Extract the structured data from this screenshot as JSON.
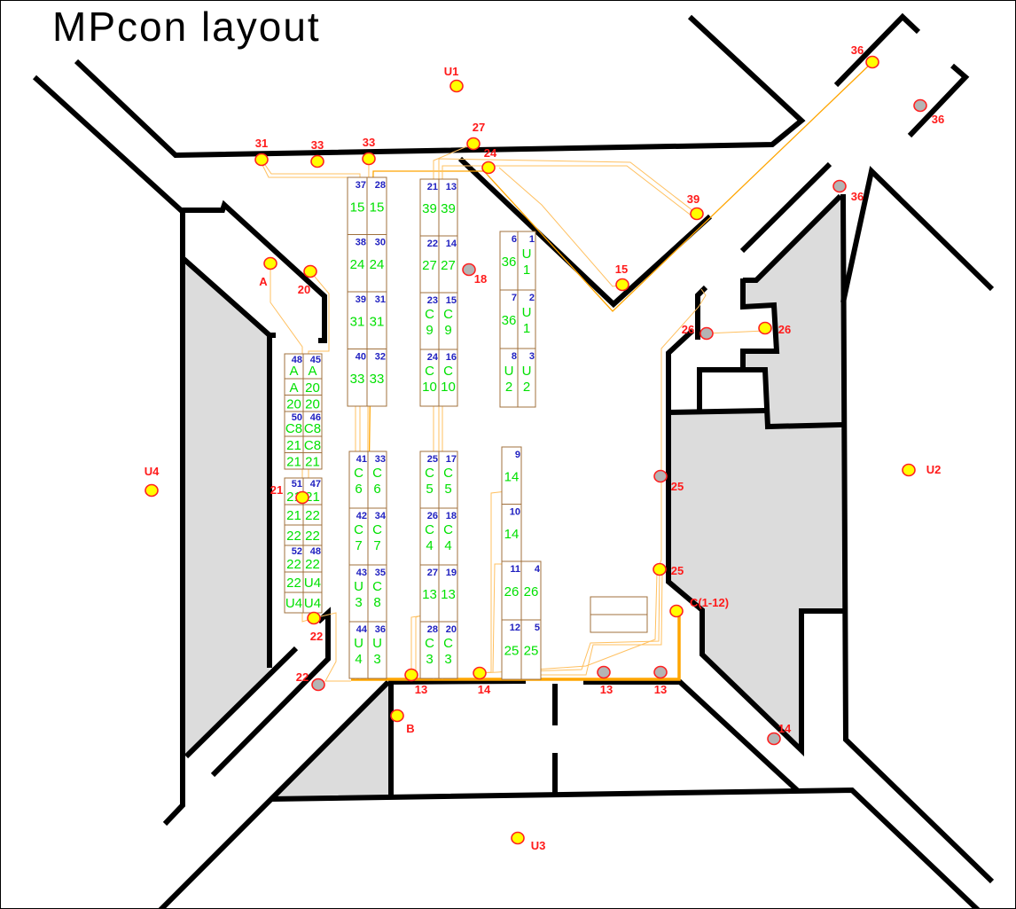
{
  "title": "MPcon layout",
  "colors": {
    "active_marker": "#ffff00",
    "inactive_marker": "#b4b4b4",
    "marker_ring": "#ff2020",
    "cable": "#ffa500",
    "cell_text": "#00e000",
    "header_text": "#2020c0"
  },
  "markers": [
    {
      "label": "U1",
      "state": "active"
    },
    {
      "label": "36",
      "state": "active"
    },
    {
      "label": "36",
      "state": "inactive"
    },
    {
      "label": "31",
      "state": "active"
    },
    {
      "label": "33",
      "state": "active"
    },
    {
      "label": "33",
      "state": "active"
    },
    {
      "label": "27",
      "state": "active"
    },
    {
      "label": "24",
      "state": "active"
    },
    {
      "label": "39",
      "state": "active"
    },
    {
      "label": "36",
      "state": "inactive"
    },
    {
      "label": "A",
      "state": "active"
    },
    {
      "label": "20",
      "state": "active"
    },
    {
      "label": "18",
      "state": "inactive"
    },
    {
      "label": "15",
      "state": "active"
    },
    {
      "label": "26",
      "state": "inactive"
    },
    {
      "label": "26",
      "state": "active"
    },
    {
      "label": "U4",
      "state": "active"
    },
    {
      "label": "U2",
      "state": "active"
    },
    {
      "label": "21",
      "state": "active"
    },
    {
      "label": "25",
      "state": "inactive"
    },
    {
      "label": "25",
      "state": "active"
    },
    {
      "label": "C(1-12)",
      "state": "active"
    },
    {
      "label": "22",
      "state": "active"
    },
    {
      "label": "22",
      "state": "inactive"
    },
    {
      "label": "13",
      "state": "active"
    },
    {
      "label": "14",
      "state": "active"
    },
    {
      "label": "13",
      "state": "inactive"
    },
    {
      "label": "13",
      "state": "inactive"
    },
    {
      "label": "B",
      "state": "active"
    },
    {
      "label": "14",
      "state": "inactive"
    },
    {
      "label": "U3",
      "state": "active"
    }
  ],
  "racks": [
    {
      "rows": [
        {
          "h": [
            "37",
            "28"
          ],
          "c": [
            "15",
            "15"
          ]
        },
        {
          "h": [
            "38",
            "30"
          ],
          "c": [
            "24",
            "24"
          ]
        },
        {
          "h": [
            "39",
            "31"
          ],
          "c": [
            "31",
            "31"
          ]
        },
        {
          "h": [
            "40",
            "32"
          ],
          "c": [
            "33",
            "33"
          ]
        }
      ]
    },
    {
      "rows": [
        {
          "h": [
            "21",
            "13"
          ],
          "c": [
            "39",
            "39"
          ]
        },
        {
          "h": [
            "22",
            "14"
          ],
          "c": [
            "27",
            "27"
          ]
        },
        {
          "h": [
            "23",
            "15"
          ],
          "c": [
            "C\n9",
            "C\n9"
          ]
        },
        {
          "h": [
            "24",
            "16"
          ],
          "c": [
            "C\n10",
            "C\n10"
          ]
        }
      ]
    },
    {
      "rows": [
        {
          "h": [
            "6",
            "1"
          ],
          "c": [
            "36",
            "U\n1"
          ]
        },
        {
          "h": [
            "7",
            "2"
          ],
          "c": [
            "36",
            "U\n1"
          ]
        },
        {
          "h": [
            "8",
            "3"
          ],
          "c": [
            "U\n2",
            "U\n2"
          ]
        }
      ]
    },
    {
      "rows": [
        {
          "h": [
            "41",
            "33"
          ],
          "c": [
            "C\n6",
            "C\n6"
          ]
        },
        {
          "h": [
            "42",
            "34"
          ],
          "c": [
            "C\n7",
            "C\n7"
          ]
        },
        {
          "h": [
            "43",
            "35"
          ],
          "c": [
            "U\n3",
            "C\n8"
          ]
        },
        {
          "h": [
            "44",
            "36"
          ],
          "c": [
            "U\n4",
            "U\n3"
          ]
        }
      ]
    },
    {
      "rows": [
        {
          "h": [
            "25",
            "17"
          ],
          "c": [
            "C\n5",
            "C\n5"
          ]
        },
        {
          "h": [
            "26",
            "18"
          ],
          "c": [
            "C\n4",
            "C\n4"
          ]
        },
        {
          "h": [
            "27",
            "19"
          ],
          "c": [
            "13",
            "13"
          ]
        },
        {
          "h": [
            "28",
            "20"
          ],
          "c": [
            "C\n3",
            "C\n3"
          ]
        }
      ]
    },
    {
      "rows": [
        {
          "h": [
            "9",
            null
          ],
          "c": [
            "14",
            null
          ]
        },
        {
          "h": [
            "10",
            null
          ],
          "c": [
            "14",
            null
          ]
        },
        {
          "h": [
            "11",
            "4"
          ],
          "c": [
            "26",
            "26"
          ]
        },
        {
          "h": [
            "12",
            "5"
          ],
          "c": [
            "25",
            "25"
          ]
        }
      ]
    },
    {
      "rows": [
        {
          "h": [
            "48",
            "45"
          ],
          "c": [
            "A",
            "A"
          ]
        },
        {
          "h": [
            null,
            null
          ],
          "c": [
            "A",
            "20"
          ]
        },
        {
          "h": [
            null,
            null
          ],
          "c": [
            "20",
            "20"
          ]
        },
        {
          "h": [
            "50",
            "46"
          ],
          "c": [
            "C8",
            "C8"
          ]
        },
        {
          "h": [
            null,
            null
          ],
          "c": [
            "21",
            "C8"
          ]
        },
        {
          "h": [
            null,
            null
          ],
          "c": [
            "21",
            "21"
          ]
        }
      ]
    },
    {
      "rows": [
        {
          "h": [
            "51",
            "47"
          ],
          "c": [
            "21",
            "21"
          ]
        },
        {
          "h": [
            null,
            null
          ],
          "c": [
            "21",
            "22"
          ]
        },
        {
          "h": [
            null,
            null
          ],
          "c": [
            "22",
            "22"
          ]
        },
        {
          "h": [
            "52",
            "48"
          ],
          "c": [
            "22",
            "22"
          ]
        },
        {
          "h": [
            null,
            null
          ],
          "c": [
            "22",
            "U4"
          ]
        },
        {
          "h": [
            null,
            null
          ],
          "c": [
            "U4",
            "U4"
          ]
        }
      ]
    }
  ]
}
